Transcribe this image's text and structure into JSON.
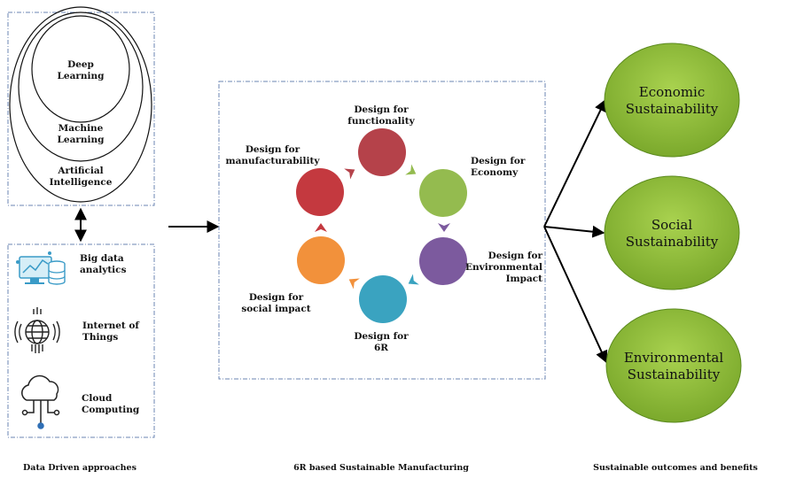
{
  "ai_nesting": {
    "deep_learning": [
      "Deep",
      "Learning"
    ],
    "machine_learning": [
      "Machine",
      "Learning"
    ],
    "artificial_intelligence": [
      "Artificial",
      "Intelligence"
    ]
  },
  "technologies": [
    {
      "icon": "big-data-analytics-icon",
      "lines": [
        "Big data",
        "analytics"
      ]
    },
    {
      "icon": "internet-of-things-icon",
      "lines": [
        "Internet of",
        "Things"
      ]
    },
    {
      "icon": "cloud-computing-icon",
      "lines": [
        "Cloud",
        "Computing"
      ]
    }
  ],
  "design_cycle": [
    {
      "name": "functionality",
      "lines": [
        "Design for",
        "functionality"
      ],
      "color": "#b5424a"
    },
    {
      "name": "economy",
      "lines": [
        "Design for",
        "Economy"
      ],
      "color": "#94bb4f"
    },
    {
      "name": "environmental-impact",
      "lines": [
        "Design for",
        "Environmental",
        "Impact"
      ],
      "color": "#7c5a9e"
    },
    {
      "name": "6r",
      "lines": [
        "Design for",
        "6R"
      ],
      "color": "#3aa3c0"
    },
    {
      "name": "social-impact",
      "lines": [
        "Design for",
        "social impact"
      ],
      "color": "#f2913b"
    },
    {
      "name": "manufacturability",
      "lines": [
        "Design for",
        "manufacturability"
      ],
      "color": "#c4393f"
    }
  ],
  "outcomes": [
    {
      "name": "economic",
      "lines": [
        "Economic",
        "Sustainability"
      ]
    },
    {
      "name": "social",
      "lines": [
        "Social",
        "Sustainability"
      ]
    },
    {
      "name": "environmental",
      "lines": [
        "Environmental",
        "Sustainability"
      ]
    }
  ],
  "captions": {
    "left": "Data Driven approaches",
    "middle": "6R based Sustainable Manufacturing",
    "right": "Sustainable outcomes and benefits"
  },
  "colors": {
    "outcome_fill": "#8dbd35",
    "frame": "#6b86b3"
  }
}
